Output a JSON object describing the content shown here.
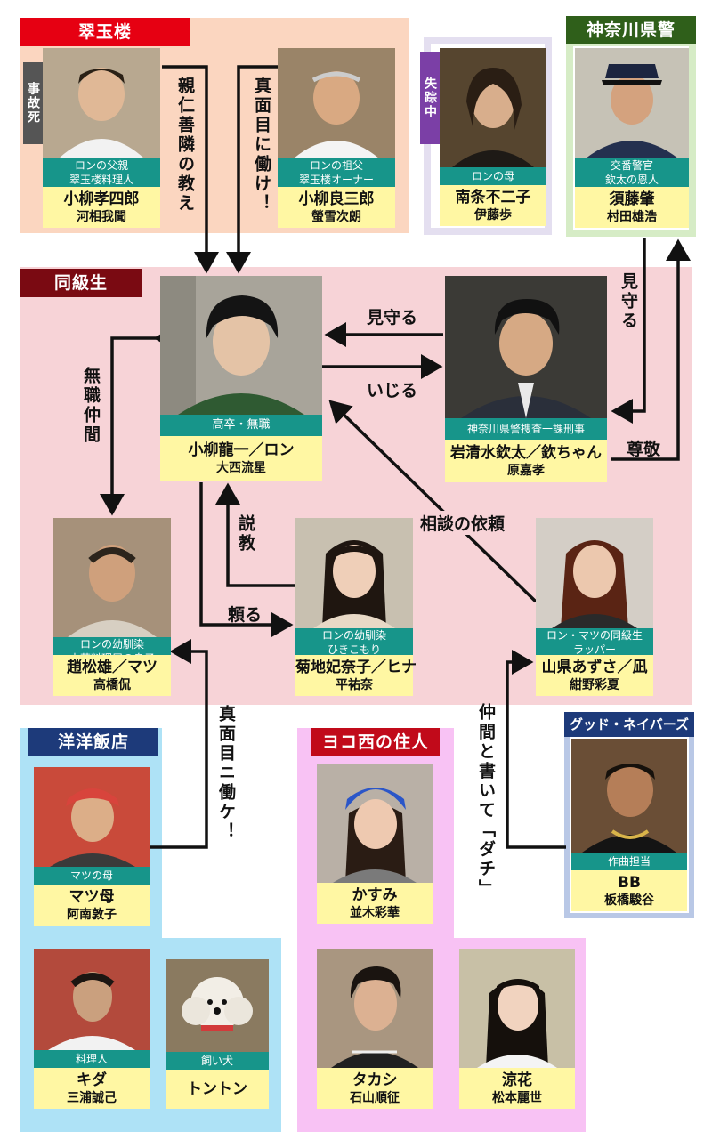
{
  "groups": {
    "suigyoku": "翠玉楼",
    "kanagawa": "神奈川県警",
    "doukyusei": "同級生",
    "yoyo": "洋洋飯店",
    "yokonishi": "ヨコ西の住人",
    "goodneighbors": "グッド・ネイバーズ"
  },
  "people": {
    "koshiro": {
      "side": "事故死",
      "role1": "ロンの父親",
      "role2": "翠玉楼料理人",
      "name": "小柳孝四郎",
      "actor": "河相我聞"
    },
    "ryozaburo": {
      "role1": "ロンの祖父",
      "role2": "翠玉楼オーナー",
      "name": "小柳良三郎",
      "actor": "螢雪次朗"
    },
    "mother": {
      "side": "失踪中",
      "role1": "ロンの母",
      "name": "南条不二子",
      "actor": "伊藤歩"
    },
    "sudo": {
      "role1": "交番警官",
      "role2": "欽太の恩人",
      "name": "須藤肇",
      "actor": "村田雄浩"
    },
    "ron": {
      "role1": "高卒・無職",
      "name": "小柳龍一／ロン",
      "actor": "大西流星"
    },
    "kinta": {
      "role1": "神奈川県警捜査一課刑事",
      "name": "岩清水欽太／欽ちゃん",
      "actor": "原嘉孝"
    },
    "matsu": {
      "role1": "ロンの幼馴染",
      "role2": "中華料理屋の息子",
      "name": "趙松雄／マツ",
      "actor": "高橋侃"
    },
    "hina": {
      "role1": "ロンの幼馴染",
      "role2": "ひきこもり",
      "name": "菊地妃奈子／ヒナ",
      "actor": "平祐奈"
    },
    "nagi": {
      "role1": "ロン・マツの同級生",
      "role2": "ラッパー",
      "name": "山県あずさ／凪",
      "actor": "紺野彩夏"
    },
    "matsuhaha": {
      "role1": "マツの母",
      "name": "マツ母",
      "actor": "阿南敦子"
    },
    "kida": {
      "role1": "料理人",
      "name": "キダ",
      "actor": "三浦誠己"
    },
    "tonton": {
      "role1": "飼い犬",
      "name": "トントン"
    },
    "kasumi": {
      "name": "かすみ",
      "actor": "並木彩華"
    },
    "takashi": {
      "name": "タカシ",
      "actor": "石山順征"
    },
    "ryoka": {
      "name": "涼花",
      "actor": "松本麗世"
    },
    "bb": {
      "role1": "作曲担当",
      "name": "BB",
      "actor": "板橋駿谷"
    }
  },
  "relations": {
    "shinjin": "親仁善隣の教え",
    "majime1": "真面目に働け！",
    "mimamoru1": "見守る",
    "ijiru": "いじる",
    "mimamoru2": "見守る",
    "sonkei": "尊敬",
    "mushoku": "無職仲間",
    "sekkyo": "説教",
    "tanomu": "頼る",
    "soudan": "相談の依頼",
    "majime2": "真面目ニ働ケ！",
    "dachi": "仲間と書いて「ダチ」"
  },
  "colors": {
    "red": "#e60012",
    "darkred": "#7a0a12",
    "green": "#2f5f1a",
    "navy": "#1d3a7a",
    "crimson": "#c10a1a",
    "teal": "#17958a",
    "yellow": "#fff7a3",
    "peach": "#fbd6c0",
    "pink": "#f7d3d7",
    "lightblue": "#aee2f6",
    "violet": "#f8c2f4"
  }
}
